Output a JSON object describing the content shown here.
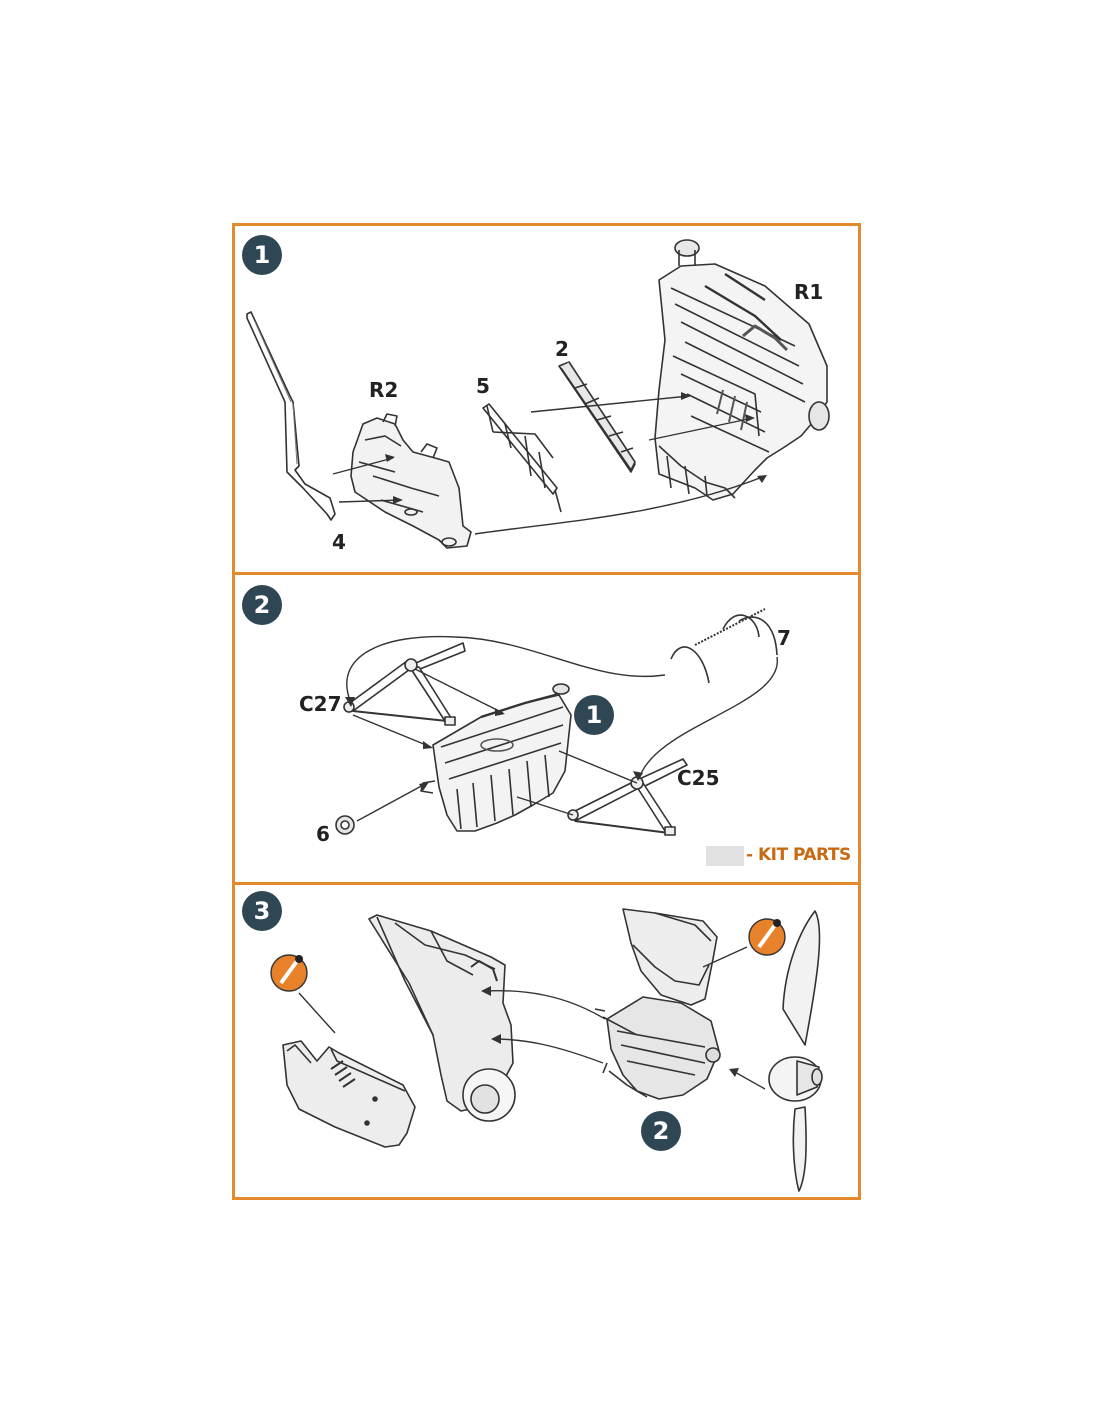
{
  "steps": [
    {
      "number": "1",
      "labels": {
        "R1": "R1",
        "R2": "R2",
        "p2": "2",
        "p4": "4",
        "p5": "5"
      }
    },
    {
      "number": "2",
      "labels": {
        "C27": "C27",
        "C25": "C25",
        "p6": "6",
        "p7": "7",
        "ref": "1"
      }
    },
    {
      "number": "3",
      "labels": {
        "ref": "2"
      }
    }
  ],
  "legend": {
    "text": "- KIT PARTS",
    "swatch_color": "#e1e1e1"
  },
  "colors": {
    "frame": "#e38b2c",
    "badge": "#2f4754",
    "legend_text": "#c86a12",
    "glue_icon": "#e8822a"
  },
  "icons": [
    "glue-brush-icon",
    "glue-brush-icon"
  ]
}
